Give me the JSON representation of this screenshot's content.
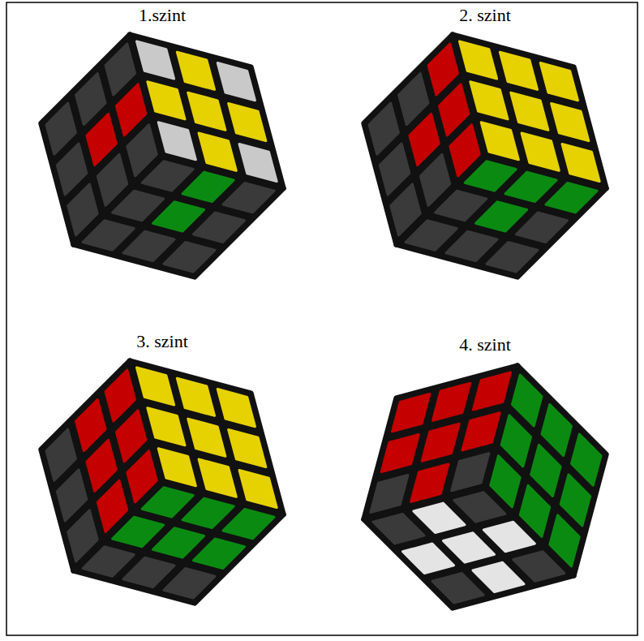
{
  "diagram": {
    "labels": [
      "1.szint",
      "2. szint",
      "3. szint",
      "4. szint"
    ]
  }
}
